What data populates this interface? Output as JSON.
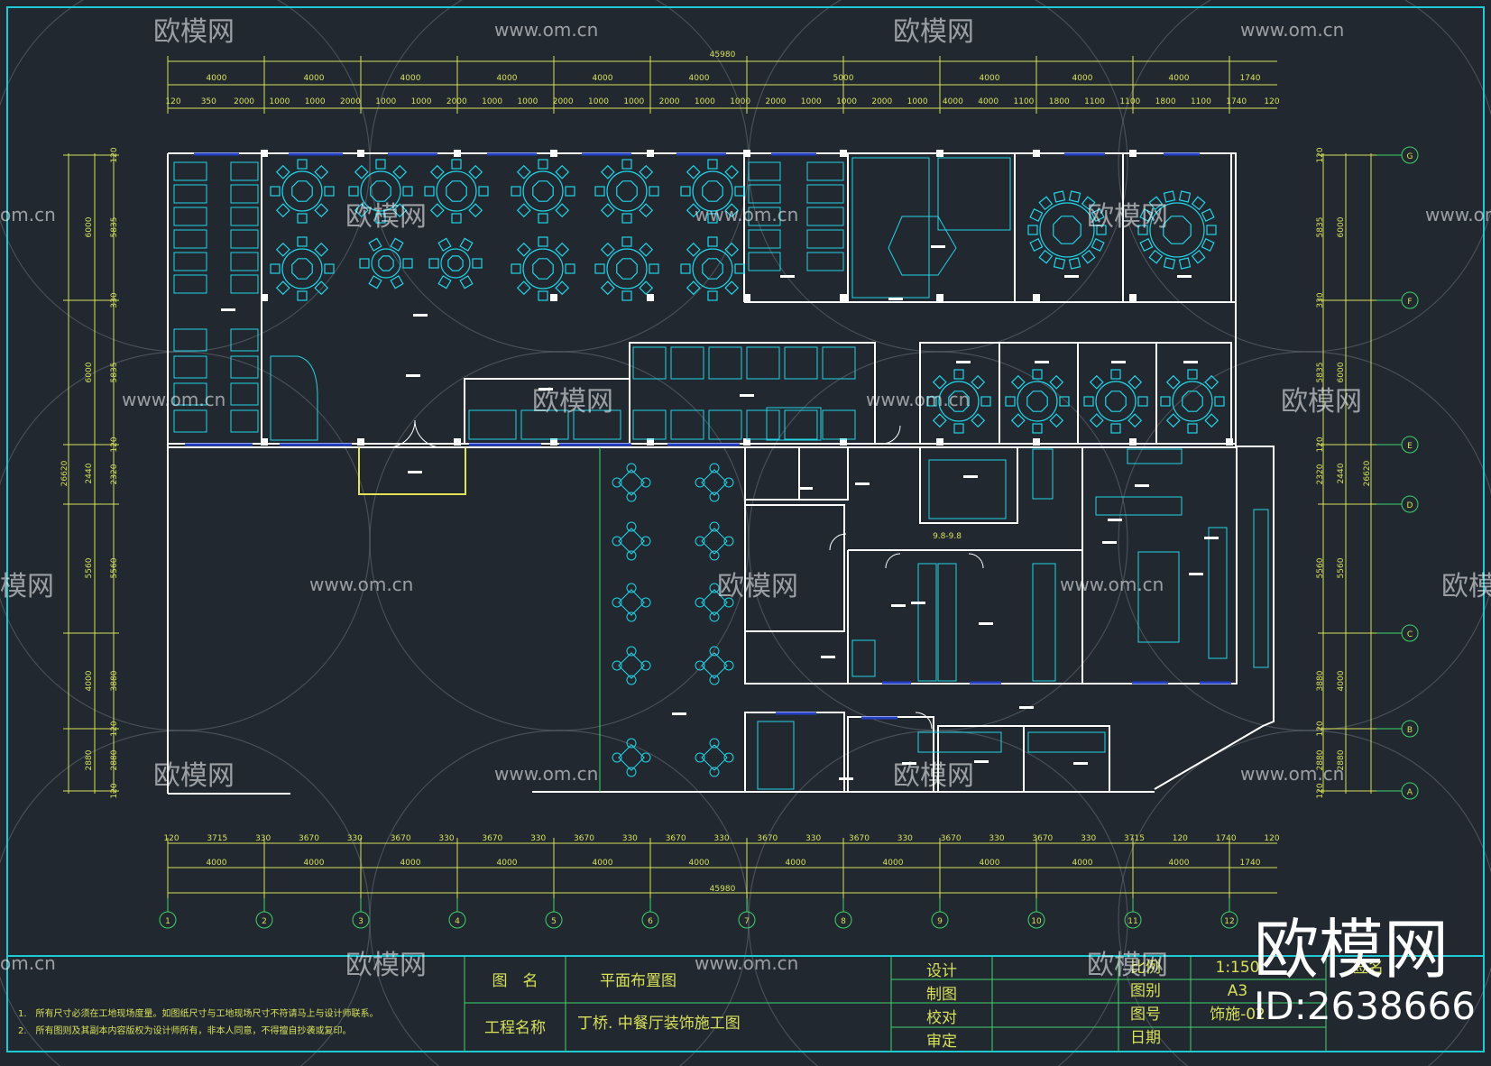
{
  "title_block": {
    "label_drawing_name": "图　名",
    "drawing_name": "平面布置图",
    "label_project_name": "工程名称",
    "project_name": "丁桥. 中餐厅装饰施工图",
    "row_labels": [
      "设计",
      "制图",
      "校对",
      "审定"
    ],
    "meta_labels": [
      "比例",
      "图别",
      "图号",
      "日期"
    ],
    "meta_values": [
      "1:150",
      "A3",
      "饰施-02",
      ""
    ],
    "sign_label": "签名",
    "notes": [
      "1.　所有尺寸必须在工地现场度量。如图纸尺寸与工地现场尺寸不符请马上与设计师联系。",
      "2.　所有图则及其副本内容版权为设计师所有，非本人同意，不得擅自抄袭或复印。"
    ]
  },
  "dimensions": {
    "overall": "45980",
    "top_row1": [
      "4000",
      "4000",
      "4000",
      "4000",
      "4000",
      "4000",
      "5000",
      "4000",
      "4000",
      "4000",
      "1740"
    ],
    "top_row2": [
      "120",
      "350",
      "2000",
      "1000",
      "1000",
      "2000",
      "1000",
      "1000",
      "2000",
      "1000",
      "1000",
      "2000",
      "1000",
      "1000",
      "2000",
      "1000",
      "1000",
      "2000",
      "1000",
      "1000",
      "2000",
      "1000",
      "4000",
      "4000",
      "1100",
      "1800",
      "1100",
      "1100",
      "1800",
      "1100",
      "1740",
      "120"
    ],
    "bottom_row1": [
      "120",
      "3715",
      "330",
      "3670",
      "330",
      "3670",
      "330",
      "3670",
      "330",
      "3670",
      "330",
      "3670",
      "330",
      "3670",
      "330",
      "3670",
      "330",
      "3670",
      "330",
      "3670",
      "330",
      "3715",
      "120",
      "1740",
      "120"
    ],
    "bottom_row2": [
      "4000",
      "4000",
      "4000",
      "4000",
      "4000",
      "4000",
      "4000",
      "4000",
      "4000",
      "4000",
      "4000",
      "1740"
    ],
    "left_outer": "26620",
    "left_mid": [
      "6000",
      "6000",
      "2440",
      "5560",
      "4000",
      "2880"
    ],
    "left_inner": [
      "120",
      "5835",
      "330",
      "5835",
      "120",
      "2320",
      "5560",
      "3880",
      "120",
      "2880",
      "120"
    ],
    "right_outer": "26620",
    "right_mid": [
      "6000",
      "6000",
      "2440",
      "5560",
      "4000",
      "2880"
    ],
    "right_inner": [
      "120",
      "5835",
      "330",
      "5835",
      "120",
      "2320",
      "5560",
      "3880",
      "120",
      "2880",
      "120"
    ]
  },
  "axes": {
    "columns": [
      "1",
      "2",
      "3",
      "4",
      "5",
      "6",
      "7",
      "8",
      "9",
      "10",
      "11",
      "12"
    ],
    "rows": [
      "G",
      "F",
      "E",
      "D",
      "C",
      "B",
      "A"
    ]
  },
  "room_note": "9.8-9.8",
  "watermark": {
    "brand": "欧模网",
    "url": "www.om.cn",
    "id_text": "ID:2638666",
    "partial_brand": "模网",
    "partial_url": "om.cn"
  },
  "colors": {
    "background": "#212830",
    "frame": "#1ecad6",
    "wall": "#ffffff",
    "furniture": "#22d3e6",
    "dimension": "#d8e05a",
    "glass": "#2340c8",
    "watermark": "#8a9098"
  }
}
